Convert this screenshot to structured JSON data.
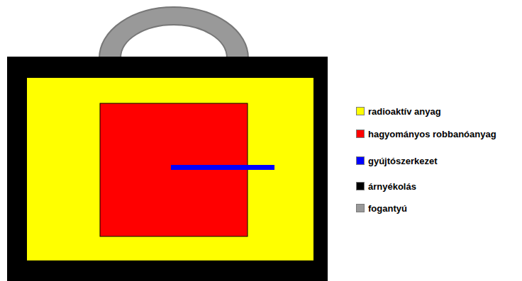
{
  "diagram": {
    "legend": [
      {
        "text": "radioaktív anyag",
        "color": "#ffff00"
      },
      {
        "text": "hagyományos robbanóanyag",
        "color": "#ff0000"
      },
      {
        "text": "gyújtószerkezet",
        "color": "#0000ff"
      },
      {
        "text": "árnyékolás",
        "color": "#000000"
      },
      {
        "text": "fogantyú",
        "color": "#999999"
      }
    ]
  }
}
